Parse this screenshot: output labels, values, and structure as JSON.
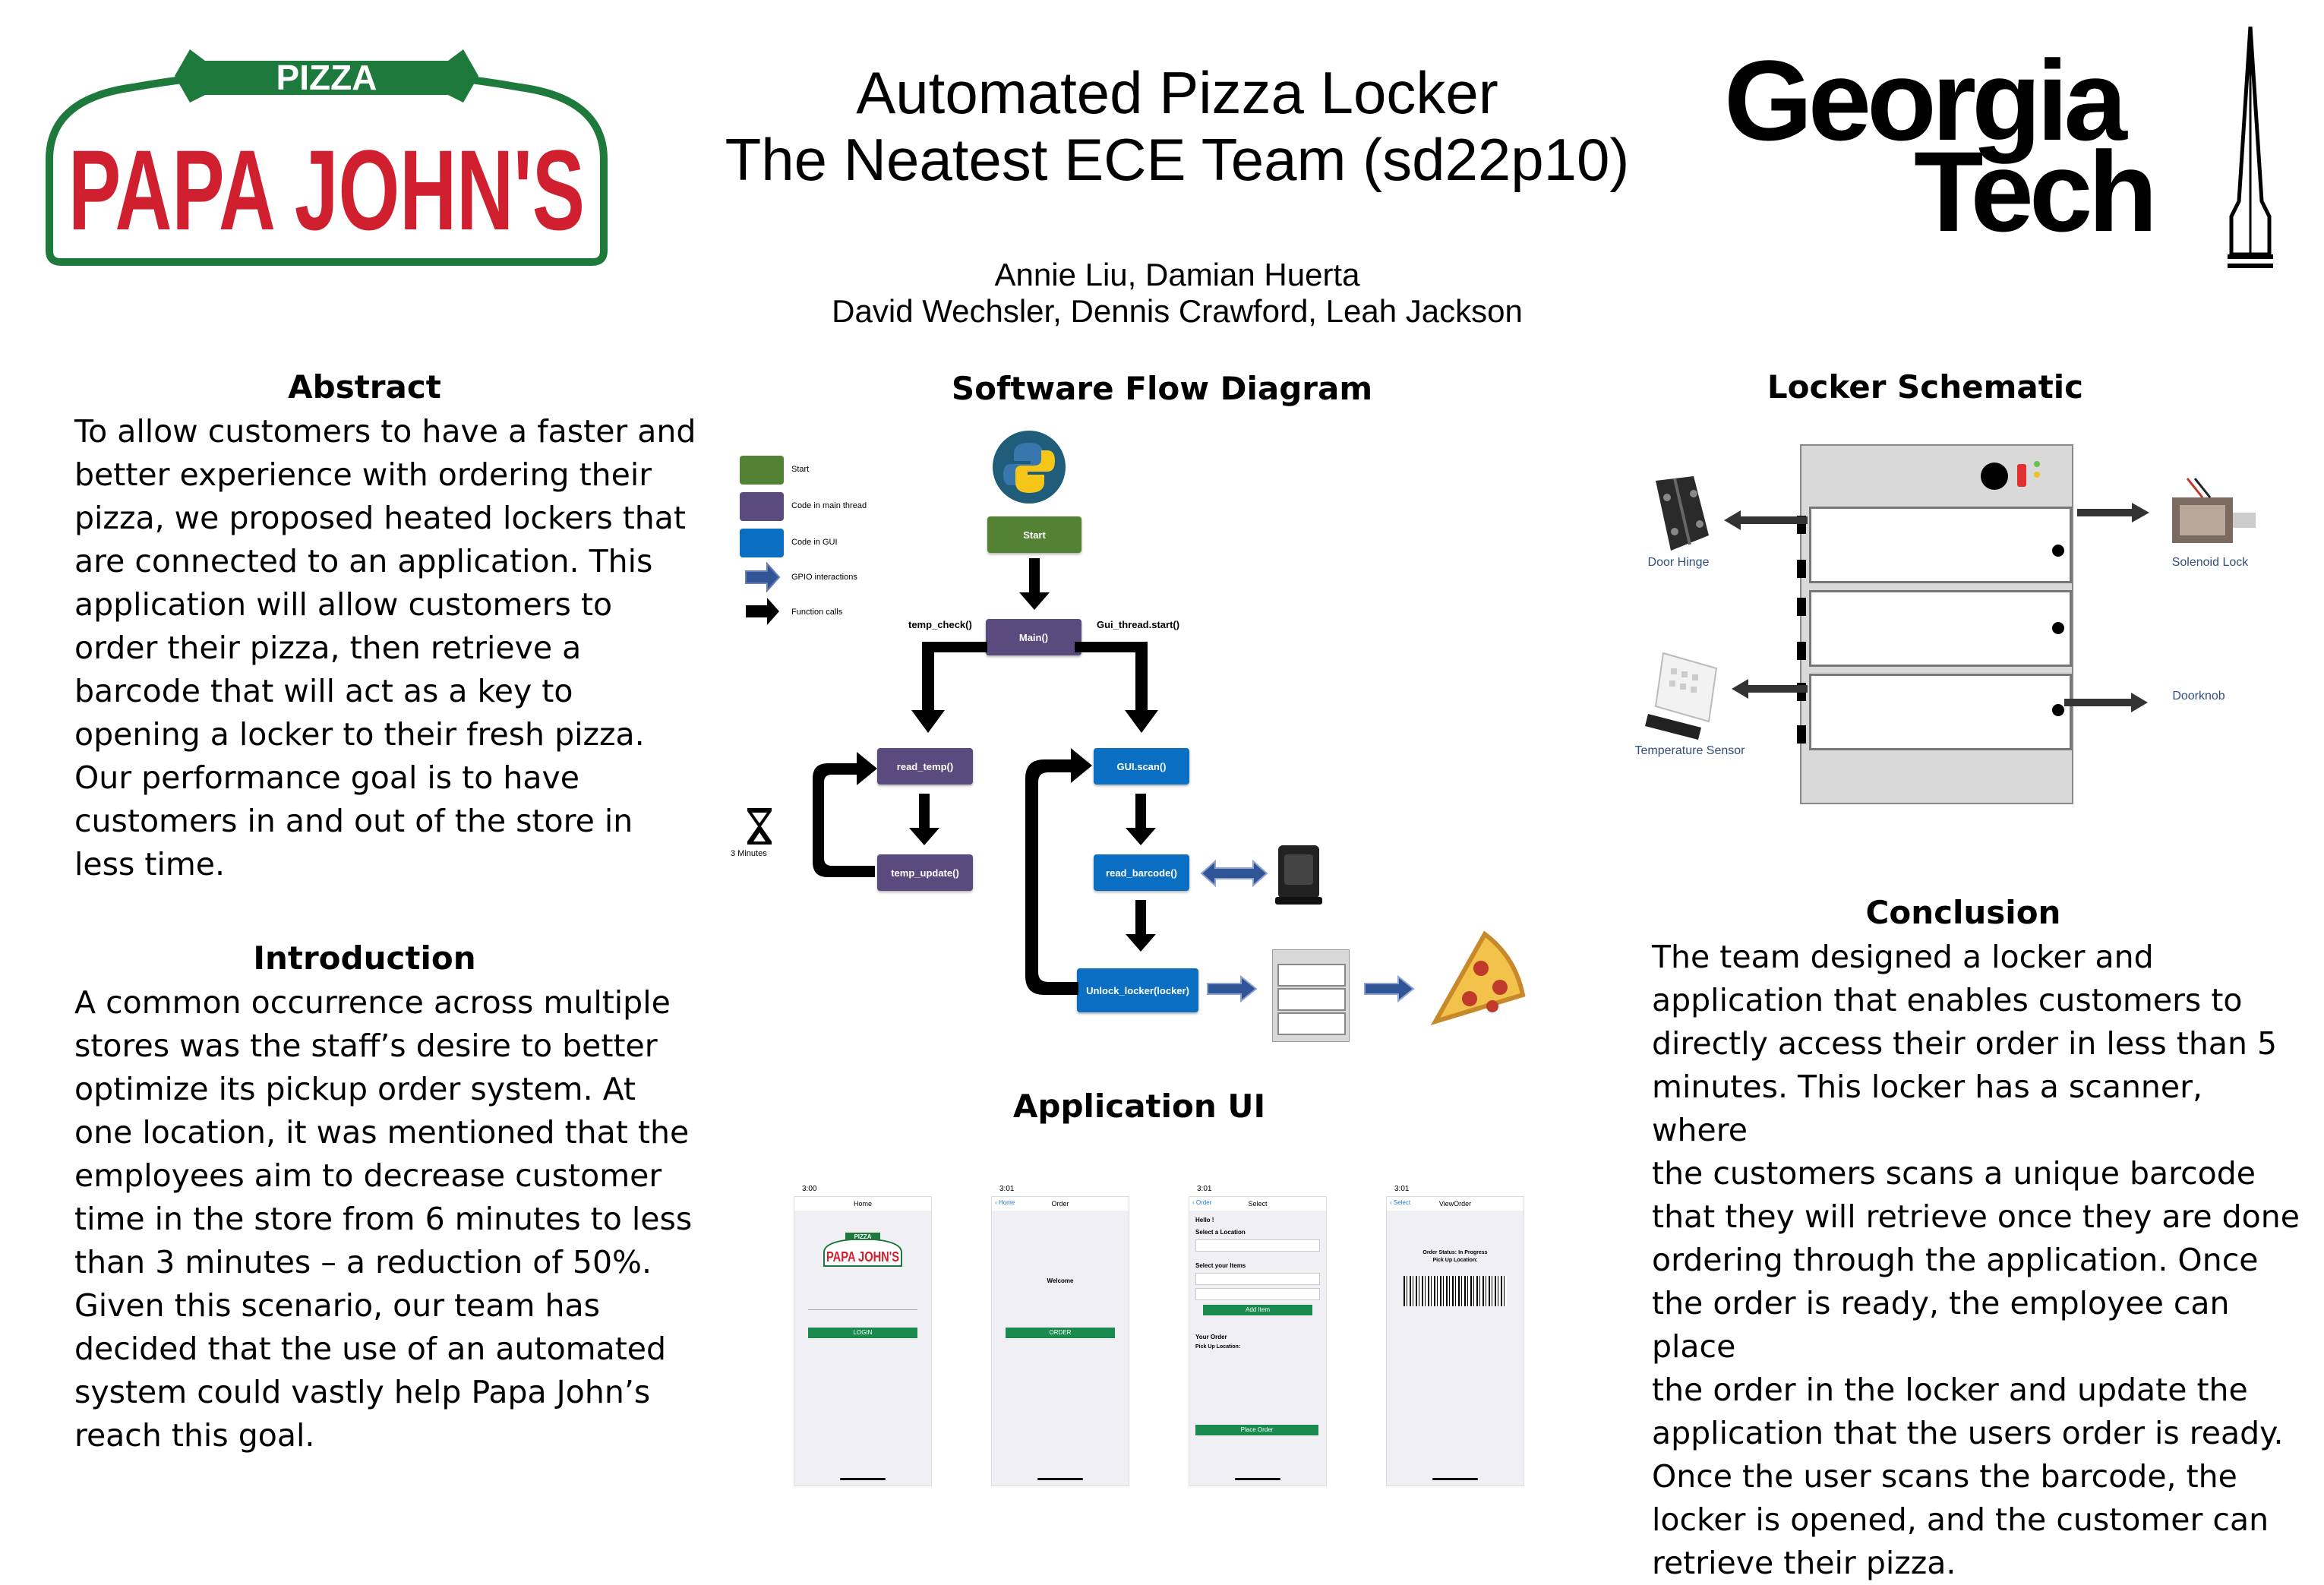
{
  "header": {
    "title_line1": "Automated Pizza Locker",
    "title_line2": "The Neatest ECE Team (sd22p10)",
    "authors_line1": "Annie Liu, Damian Huerta",
    "authors_line2": "David Wechsler, Dennis Crawford, Leah Jackson"
  },
  "logos": {
    "papa_johns_top": "PIZZA",
    "papa_johns_main": "PAPA JOHN'S",
    "gt_line1": "Georgia",
    "gt_line2": "Tech",
    "pj_red": "#d0202f",
    "pj_green": "#1e7a3c"
  },
  "abstract": {
    "heading": "Abstract",
    "lines": [
      "To allow customers to have a faster and",
      "better experience with ordering their",
      "pizza, we proposed heated lockers that",
      "are connected to an application. This",
      "application will allow customers to",
      "order their pizza, then retrieve a",
      "barcode that will act as a key to",
      "opening a locker to their fresh pizza.",
      "Our performance goal is to have",
      "customers in and out of the store in",
      "less time."
    ]
  },
  "introduction": {
    "heading": "Introduction",
    "lines": [
      "A common occurrence across multiple",
      "stores was the staff’s desire to better",
      "optimize its pickup order system. At",
      "one location, it was mentioned that the",
      "employees aim to decrease customer",
      "time in the store from 6 minutes to less",
      "than 3 minutes – a reduction of 50%.",
      "Given this scenario, our team has",
      "decided that the use of an automated",
      "system could vastly help Papa John’s",
      "reach this goal."
    ]
  },
  "flow": {
    "heading": "Software Flow Diagram",
    "legend": [
      "Start",
      "Code in main thread",
      "Code in GUI",
      "GPIO interactions",
      "Function calls"
    ],
    "start": "Start",
    "main": "Main()",
    "temp_check": "temp_check()",
    "gui_thread": "Gui_thread.start()",
    "read_temp": "read_temp()",
    "temp_update": "temp_update()",
    "gui_scan": "GUI.scan()",
    "read_barcode": "read_barcode()",
    "unlock": "Unlock_locker(locker)",
    "minutes": "3 Minutes"
  },
  "app_ui": {
    "heading": "Application UI",
    "phones": [
      {
        "time": "3:00",
        "nav": "Home",
        "button": "LOGIN"
      },
      {
        "time": "3:01",
        "nav": "Order",
        "back": "Home",
        "center": "Welcome",
        "button": "ORDER"
      },
      {
        "time": "3:01",
        "nav": "Select",
        "back": "Order",
        "hello": "Hello !",
        "loc": "Select a Location",
        "items": "Select your Items",
        "add": "Add Item",
        "your_order": "Your Order",
        "pickup": "Pick Up Location:",
        "place": "Place Order"
      },
      {
        "time": "3:01",
        "nav": "ViewOrder",
        "back": "Select",
        "status": "Order Status: In Progress",
        "pickup": "Pick Up Location:"
      }
    ]
  },
  "schematic": {
    "heading": "Locker Schematic",
    "door_hinge": "Door Hinge",
    "solenoid": "Solenoid Lock",
    "temp_sensor": "Temperature Sensor",
    "doorknob": "Doorknob"
  },
  "conclusion": {
    "heading": "Conclusion",
    "lines": [
      "The team designed a locker and",
      "application that enables customers to",
      "directly access their order in less than 5",
      "minutes. This locker has a scanner, where",
      "the customers scans a unique barcode",
      "that they will retrieve once they are done",
      "ordering through the application. Once",
      "the order is ready, the employee can place",
      "the order in the locker and update the",
      "application that the users order is ready.",
      "Once the user scans the barcode, the",
      "locker is opened, and the customer can",
      "retrieve their pizza."
    ]
  }
}
